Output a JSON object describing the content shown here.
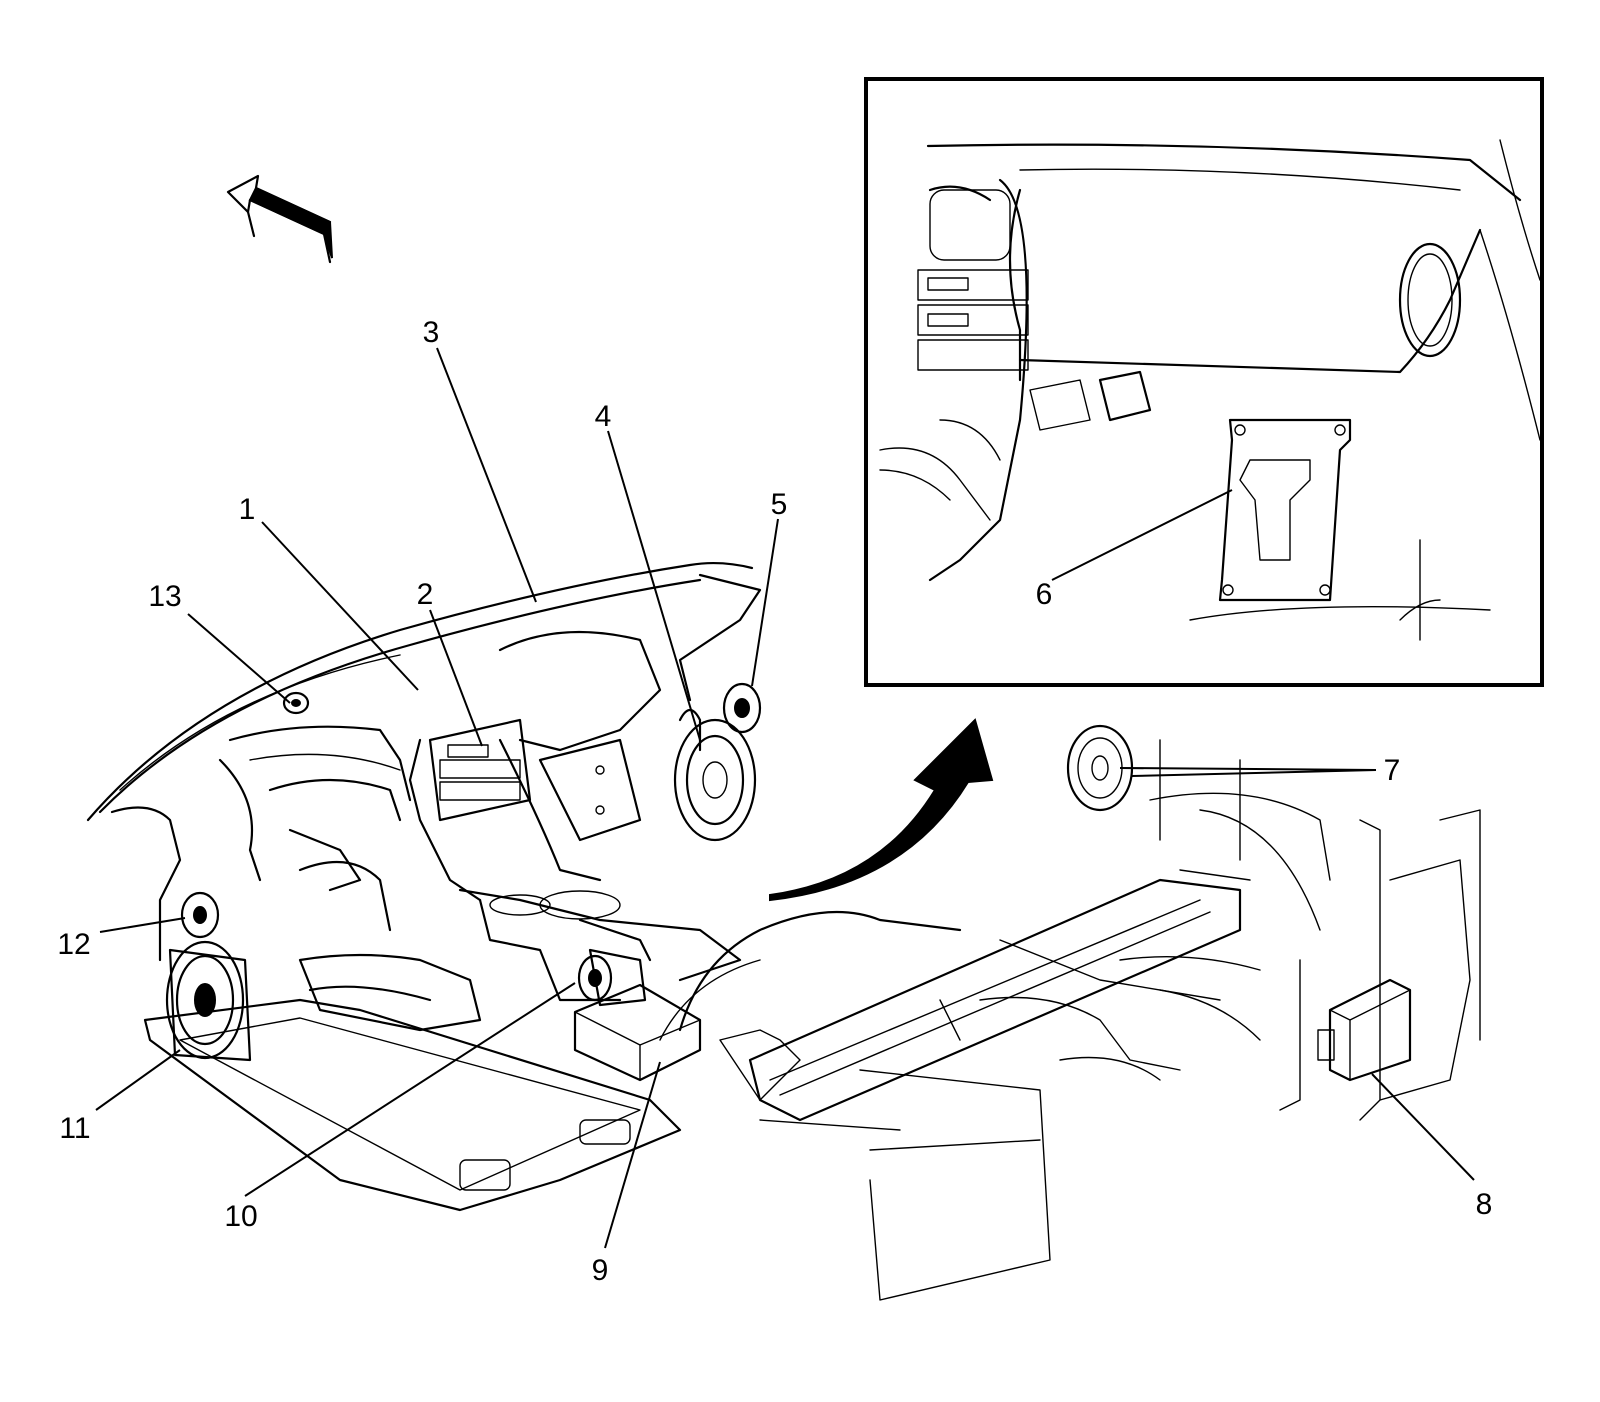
{
  "diagram": {
    "callouts": [
      {
        "id": "1",
        "text": "1"
      },
      {
        "id": "2",
        "text": "2"
      },
      {
        "id": "3",
        "text": "3"
      },
      {
        "id": "4",
        "text": "4"
      },
      {
        "id": "5",
        "text": "5"
      },
      {
        "id": "6",
        "text": "6"
      },
      {
        "id": "7",
        "text": "7"
      },
      {
        "id": "8",
        "text": "8"
      },
      {
        "id": "9",
        "text": "9"
      },
      {
        "id": "10",
        "text": "10"
      },
      {
        "id": "11",
        "text": "11"
      },
      {
        "id": "12",
        "text": "12"
      },
      {
        "id": "13",
        "text": "13"
      }
    ],
    "icons": {
      "forward_arrow": "arrow-icon",
      "detail_arrow": "curved-arrow-icon"
    }
  }
}
